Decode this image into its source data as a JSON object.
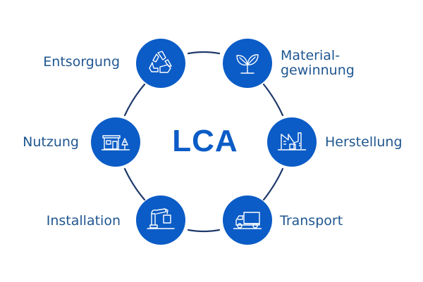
{
  "diagram": {
    "center_label": "LCA",
    "colors": {
      "node_fill": "#0b5cc6",
      "icon_stroke": "#ffffff",
      "ring_stroke": "#1f3a6b",
      "label_text": "#1f5690",
      "center_text": "#0b5cc6"
    },
    "stages": [
      {
        "id": "materialgewinnung",
        "label_line1": "Material-",
        "label_line2": "gewinnung",
        "icon": "plant-sprout-icon"
      },
      {
        "id": "herstellung",
        "label": "Herstellung",
        "icon": "factory-icon"
      },
      {
        "id": "transport",
        "label": "Transport",
        "icon": "truck-icon"
      },
      {
        "id": "installation",
        "label": "Installation",
        "icon": "robot-arm-icon"
      },
      {
        "id": "nutzung",
        "label": "Nutzung",
        "icon": "building-tree-icon"
      },
      {
        "id": "entsorgung",
        "label": "Entsorgung",
        "icon": "recycle-icon"
      }
    ]
  }
}
